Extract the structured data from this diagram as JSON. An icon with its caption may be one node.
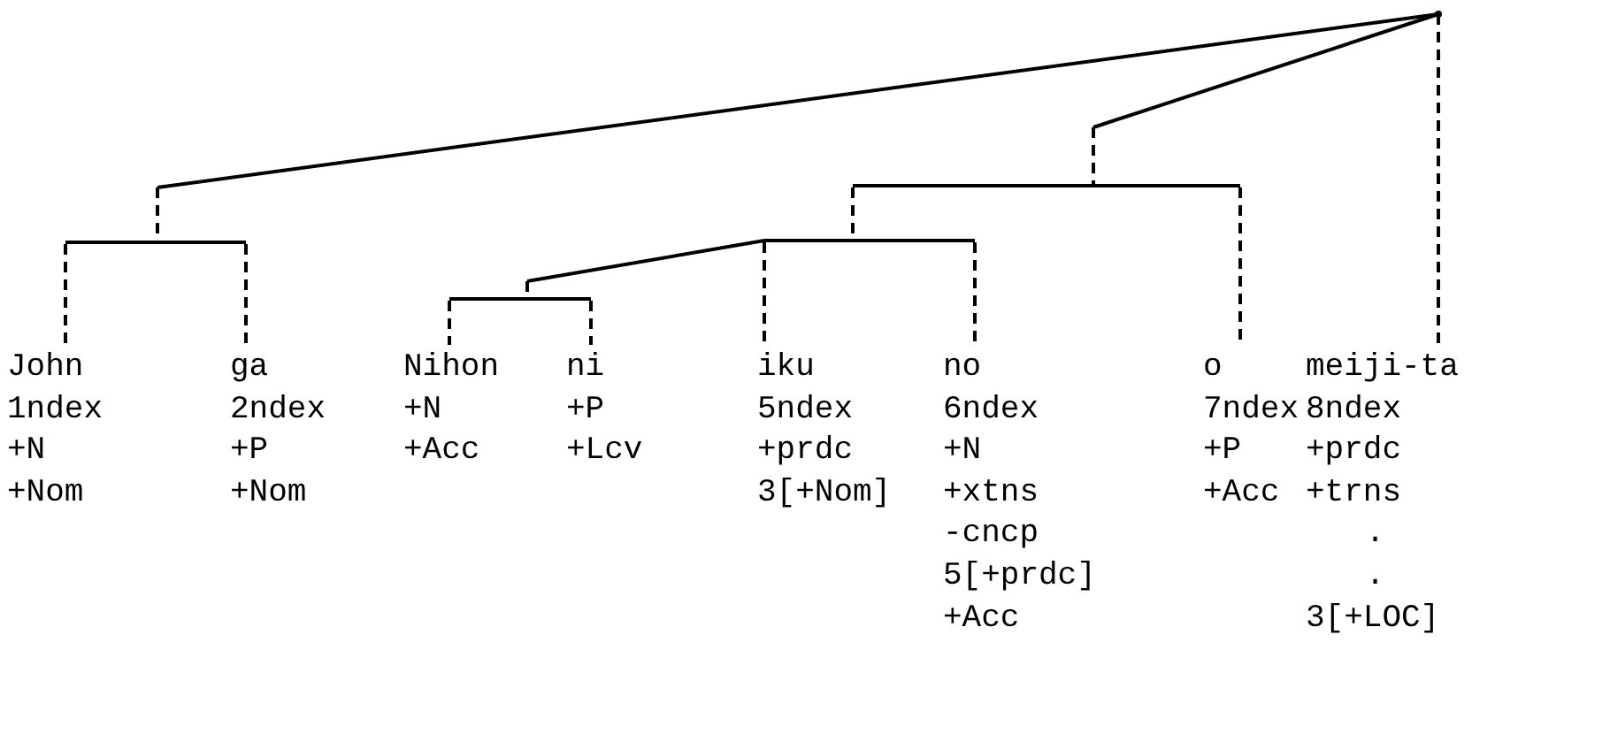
{
  "diagram": {
    "nodes": [
      {
        "text": [],
        "shape": "point"
      },
      {
        "text": [],
        "shape": "bar"
      },
      {
        "text": [],
        "shape": "bar"
      },
      {
        "text": [],
        "shape": "bar"
      },
      {
        "text": [],
        "shape": "bar"
      },
      {
        "text": [
          "John",
          "1ndex",
          "+N",
          "+Nom"
        ]
      },
      {
        "text": [
          "ga",
          "2ndex",
          "+P",
          "+Nom"
        ]
      },
      {
        "text": [
          "Nihon",
          "+N",
          "+Acc"
        ]
      },
      {
        "text": [
          "ni",
          "+P",
          "+Lcv"
        ]
      },
      {
        "text": [
          "iku",
          "5ndex",
          "+prdc",
          "3[+Nom]"
        ]
      },
      {
        "text": [
          "no",
          "6ndex",
          "+N",
          "+xtns",
          "-cncp",
          "5[+prdc]",
          "+Acc"
        ]
      },
      {
        "text": [
          "o",
          "7ndex",
          "+P",
          "+Acc"
        ]
      },
      {
        "text": [
          "meiji-ta",
          "8ndex",
          "+prdc",
          "+trns",
          ".",
          ".",
          "3[+LOC]"
        ]
      }
    ],
    "edges": [
      {
        "from": 0,
        "to": 1,
        "arrow": "none"
      },
      {
        "from": 0,
        "to": 2,
        "arrow": "none"
      },
      {
        "from": 0,
        "to": 12,
        "arrow": "none",
        "style": "dashed"
      },
      {
        "from": 1,
        "to": 5,
        "arrow": "none",
        "style": "dashed"
      },
      {
        "from": 1,
        "to": 6,
        "arrow": "none",
        "style": "dashed"
      },
      {
        "from": 2,
        "to": 3,
        "arrow": "none",
        "style": "dashed"
      },
      {
        "from": 2,
        "to": 11,
        "arrow": "none",
        "style": "dashed"
      },
      {
        "from": 3,
        "to": 4,
        "arrow": "none"
      },
      {
        "from": 3,
        "to": 9,
        "arrow": "none",
        "style": "dashed"
      },
      {
        "from": 3,
        "to": 10,
        "arrow": "none",
        "style": "dashed"
      },
      {
        "from": 4,
        "to": 7,
        "arrow": "none",
        "style": "dashed"
      },
      {
        "from": 4,
        "to": 8,
        "arrow": "none",
        "style": "dashed"
      }
    ]
  }
}
